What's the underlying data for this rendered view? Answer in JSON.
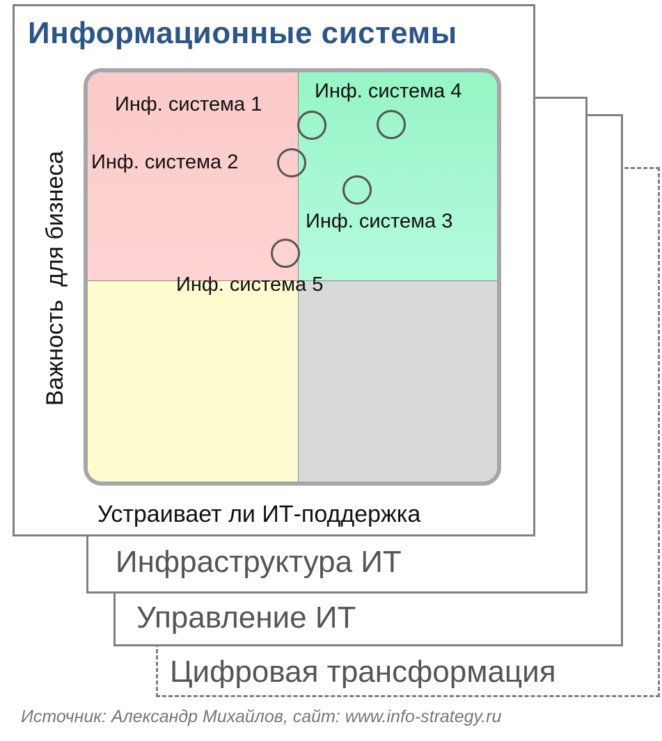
{
  "layers": {
    "digital": "Цифровая трансформация",
    "management": "Управление ИТ",
    "infrastructure": "Инфраструктура ИТ"
  },
  "is_card": {
    "title": "Информационные системы",
    "y_axis_label": "Важность  для бизнеса",
    "x_axis_label": "Устраивает ли ИТ-поддержка"
  },
  "quadrant_colors": {
    "top_left": "#ffd0d0",
    "top_right": "#a6f8d0",
    "bottom_left": "#fefdcf",
    "bottom_right": "#d9d9d9"
  },
  "systems": [
    {
      "name": "Инф. система 1"
    },
    {
      "name": "Инф. система 2"
    },
    {
      "name": "Инф. система 3"
    },
    {
      "name": "Инф. система 4"
    },
    {
      "name": "Инф. система 5"
    }
  ],
  "source": "Источник:  Александр Михайлов, сайт: www.info-strategy.ru"
}
